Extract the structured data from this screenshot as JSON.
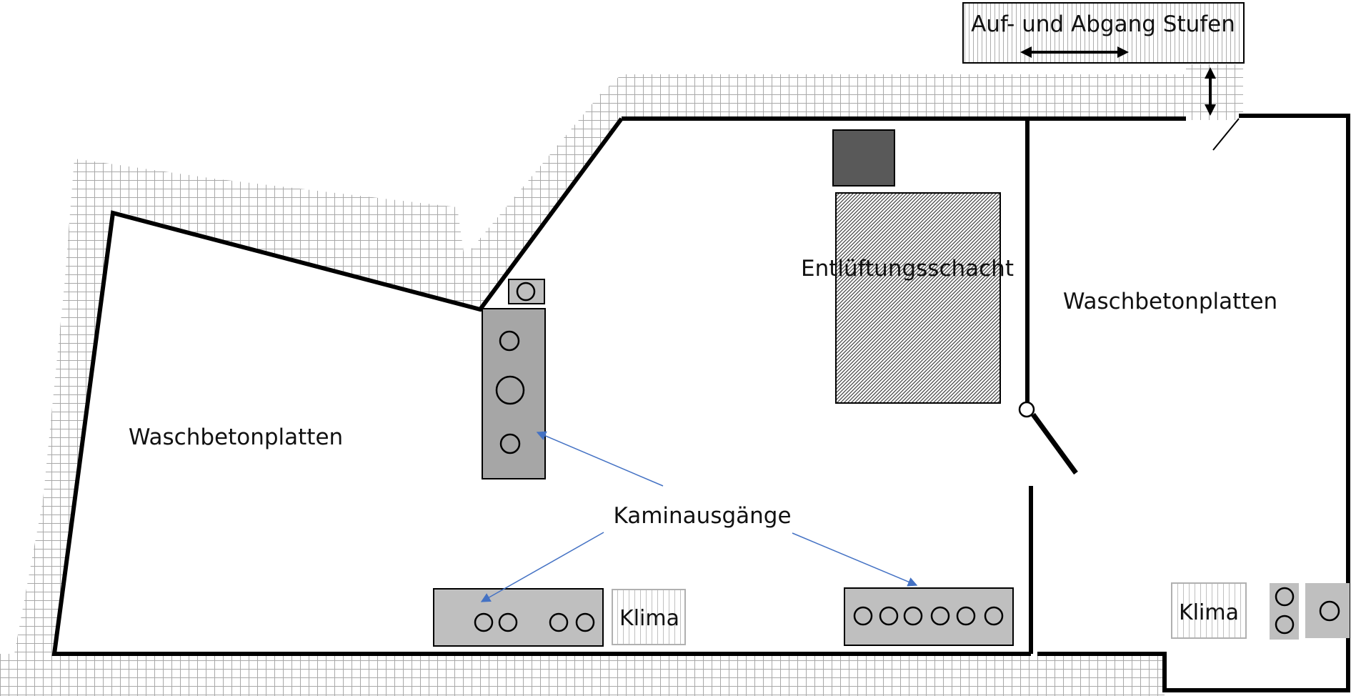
{
  "title": "Dachterrasse Grundriss",
  "labels": {
    "stairs": "Auf- und Abgang Stufen",
    "vent_shaft": "Entlüftungsschacht",
    "paving_left": "Waschbetonplatten",
    "paving_right": "Waschbetonplatten",
    "chimney_exits": "Kaminausgänge",
    "ac_left": "Klima",
    "ac_right": "Klima"
  },
  "legend_fills": {
    "gravel_border": "grid-hatch",
    "stairs": "vertical-hatch",
    "vent_shaft": "diagonal-hatch",
    "chimney_block": "#bfbfbf",
    "chimney_block_dark": "#a6a6a6",
    "dark_block": "#595959",
    "arrow_annotation": "#4472c4"
  },
  "chimney_groups": [
    {
      "name": "west-stack",
      "flues": 3
    },
    {
      "name": "west-stack-top",
      "flues": 1
    },
    {
      "name": "south-left",
      "flues": 4
    },
    {
      "name": "south-right",
      "flues": 6
    },
    {
      "name": "east-pair",
      "flues": 2
    },
    {
      "name": "east-single",
      "flues": 1
    }
  ]
}
